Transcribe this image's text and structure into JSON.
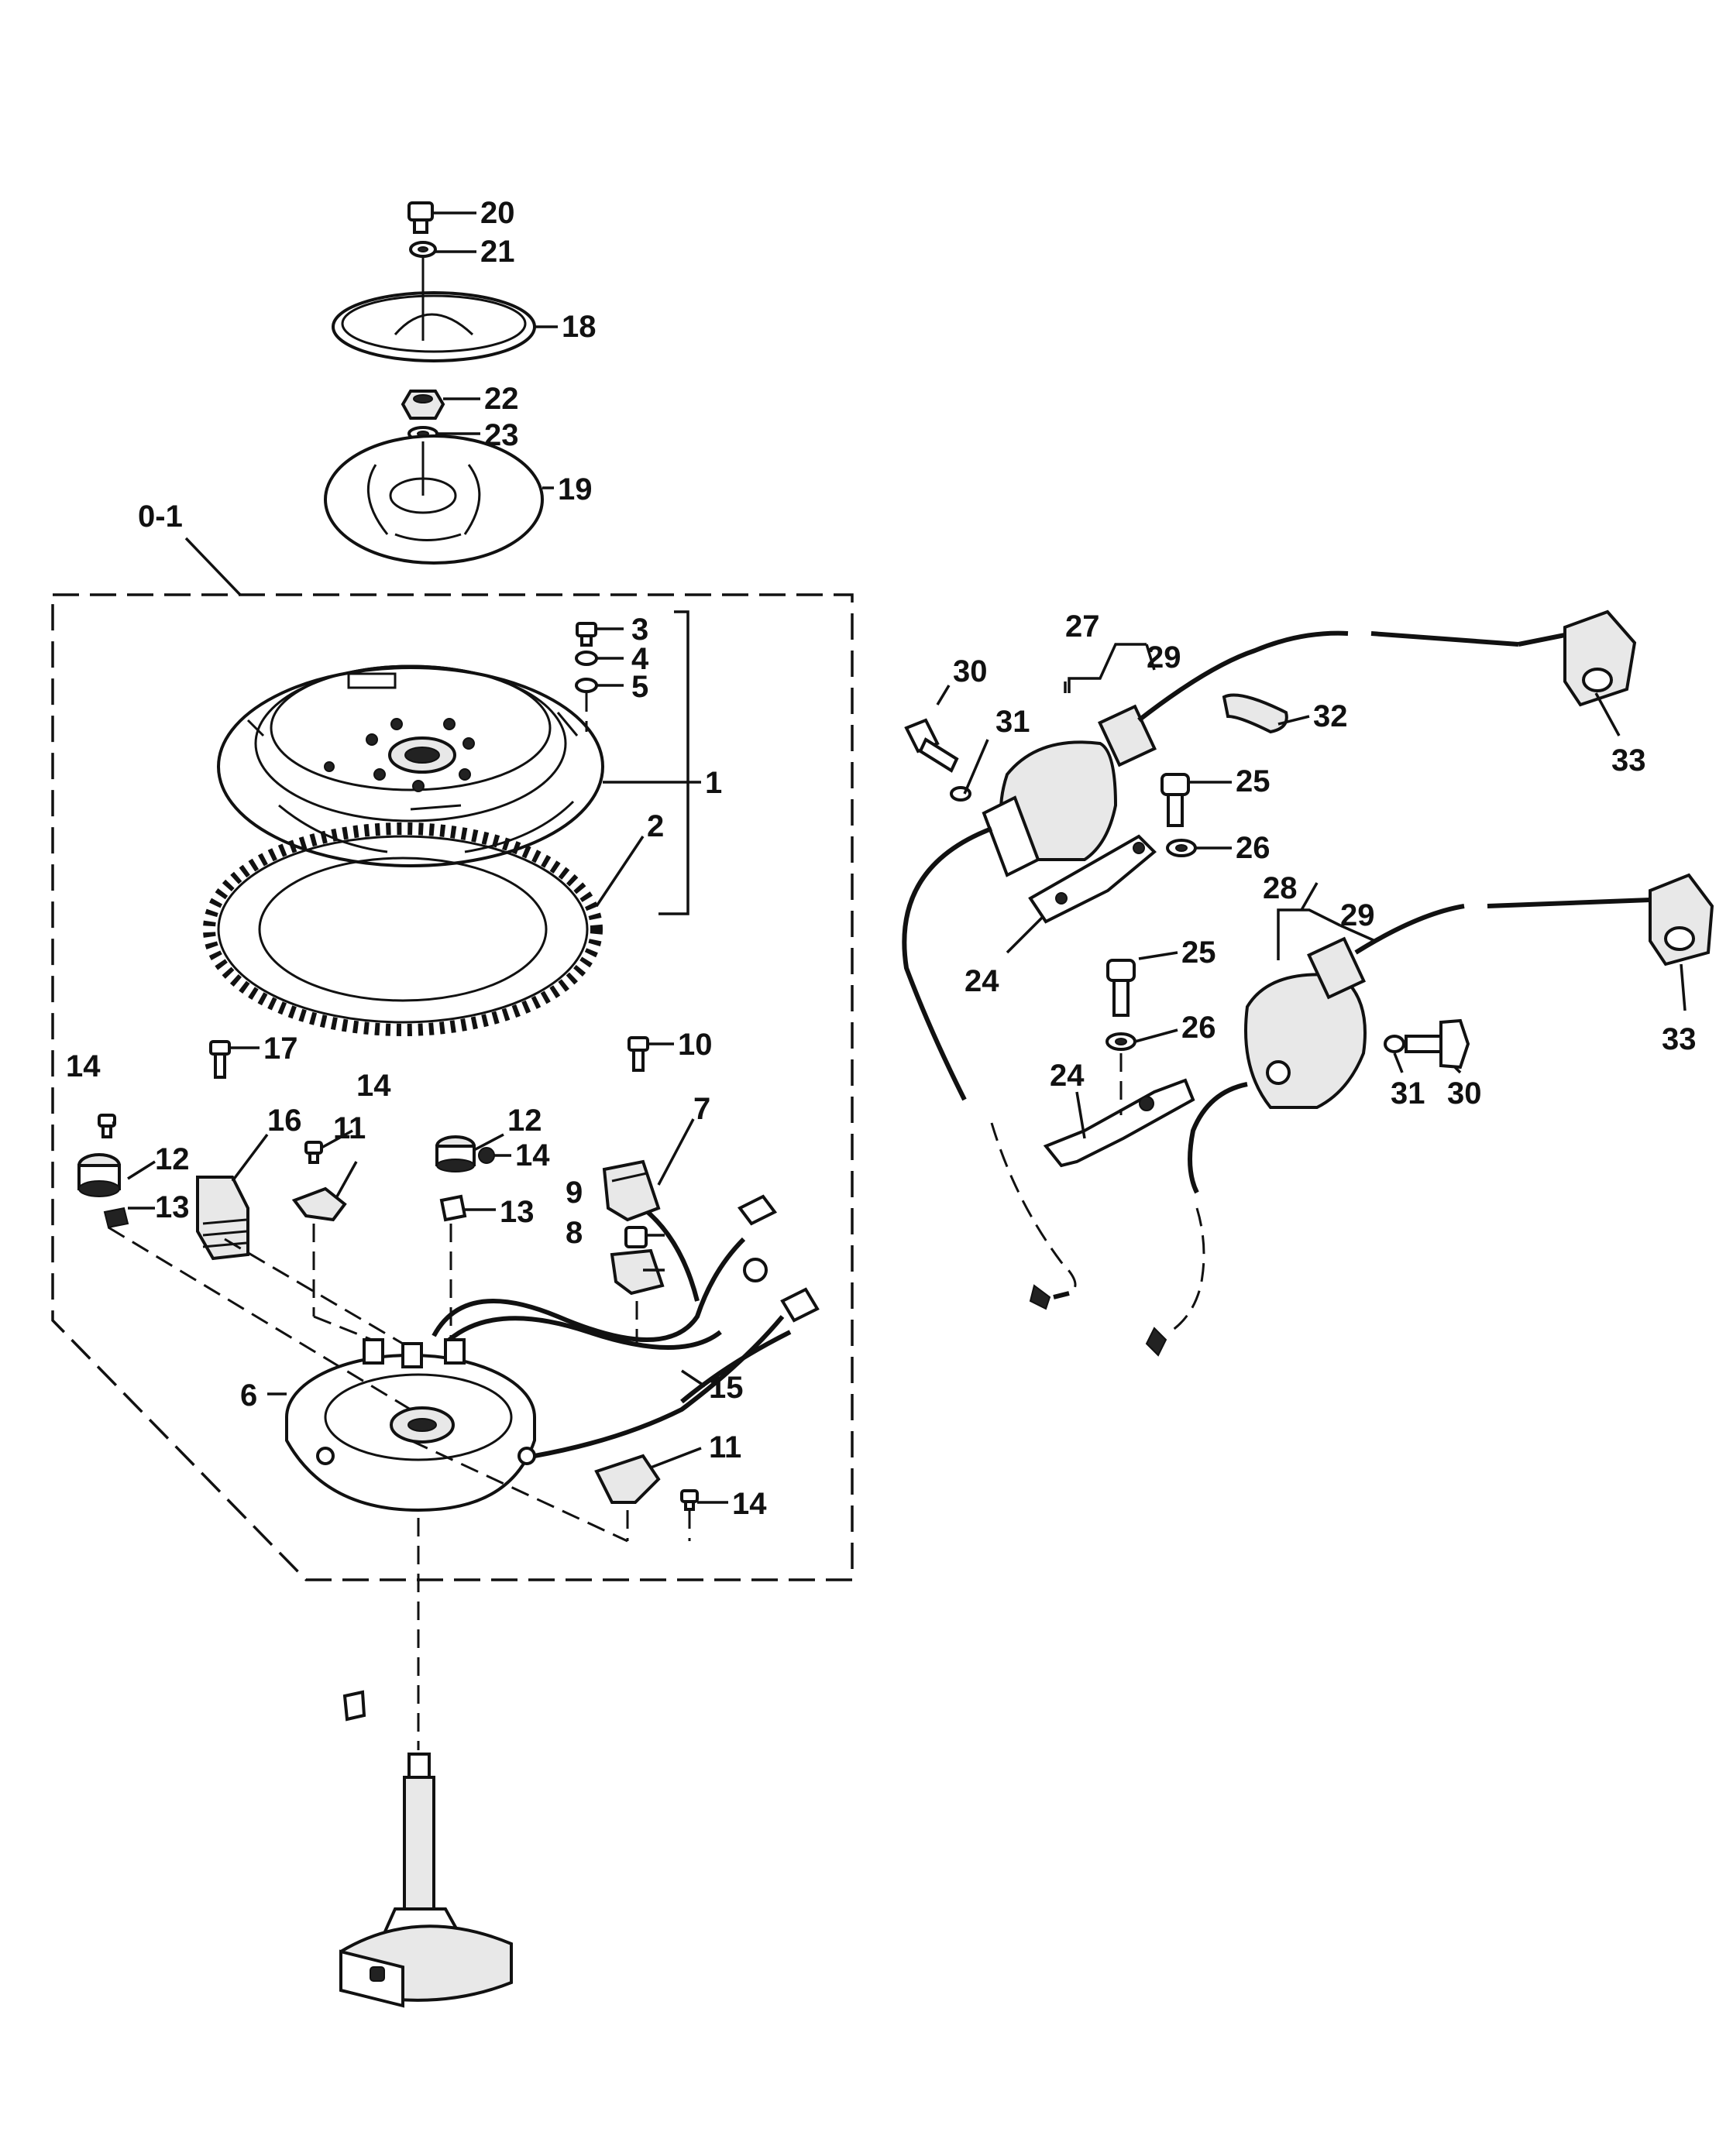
{
  "assembly_label": "0-1",
  "callouts": {
    "c1": "1",
    "c2": "2",
    "c3": "3",
    "c4": "4",
    "c5": "5",
    "c6": "6",
    "c7": "7",
    "c8": "8",
    "c9": "9",
    "c10": "10",
    "c11a": "11",
    "c11b": "11",
    "c12a": "12",
    "c12b": "12",
    "c13a": "13",
    "c13b": "13",
    "c14a": "14",
    "c14b": "14",
    "c14c": "14",
    "c14d": "14",
    "c15": "15",
    "c16": "16",
    "c17": "17",
    "c18": "18",
    "c19": "19",
    "c20": "20",
    "c21": "21",
    "c22": "22",
    "c23": "23",
    "c24a": "24",
    "c24b": "24",
    "c25a": "25",
    "c25b": "25",
    "c26a": "26",
    "c26b": "26",
    "c27": "27",
    "c28": "28",
    "c29a": "29",
    "c29b": "29",
    "c30a": "30",
    "c30b": "30",
    "c31a": "31",
    "c31b": "31",
    "c32": "32",
    "c33a": "33",
    "c33b": "33"
  }
}
